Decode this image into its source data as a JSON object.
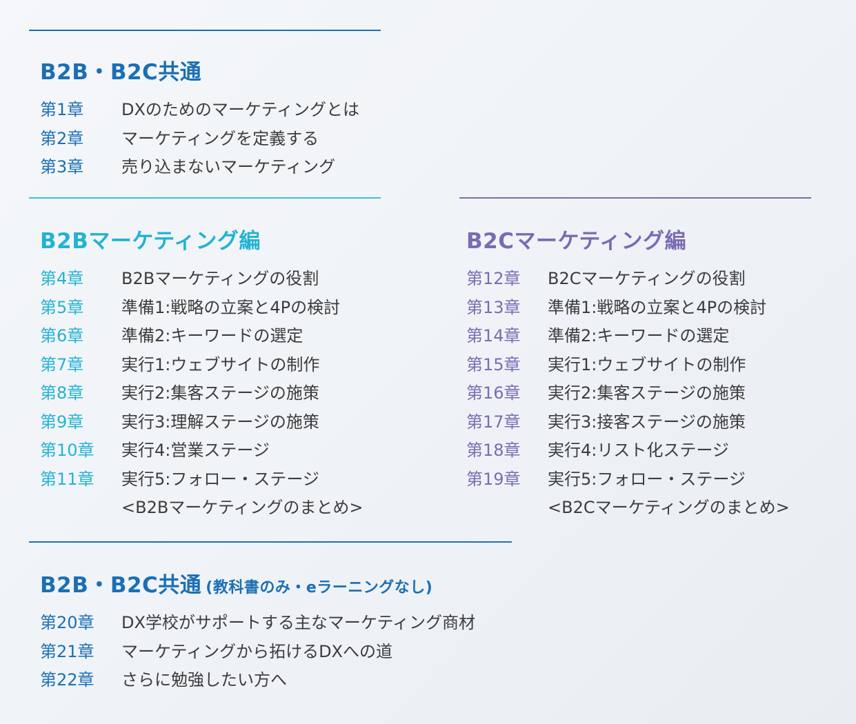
{
  "colors": {
    "common": "#1b6fb5",
    "b2b": "#22b3d4",
    "b2c": "#7a6bb3",
    "text": "#3c3c3c"
  },
  "sections": {
    "common": {
      "heading": "B2B・B2C共通",
      "chapters": [
        {
          "num": "第1章",
          "title": "DXのためのマーケティングとは"
        },
        {
          "num": "第2章",
          "title": "マーケティングを定義する"
        },
        {
          "num": "第3章",
          "title": "売り込まないマーケティング"
        }
      ]
    },
    "b2b": {
      "heading": "B2Bマーケティング編",
      "chapters": [
        {
          "num": "第4章",
          "title": "B2Bマーケティングの役割"
        },
        {
          "num": "第5章",
          "title": "準備1:戦略の立案と4Pの検討"
        },
        {
          "num": "第6章",
          "title": "準備2:キーワードの選定"
        },
        {
          "num": "第7章",
          "title": "実行1:ウェブサイトの制作"
        },
        {
          "num": "第8章",
          "title": "実行2:集客ステージの施策"
        },
        {
          "num": "第9章",
          "title": "実行3:理解ステージの施策"
        },
        {
          "num": "第10章",
          "title": "実行4:営業ステージ"
        },
        {
          "num": "第11章",
          "title": "実行5:フォロー・ステージ"
        },
        {
          "num": "",
          "title": "<B2Bマーケティングのまとめ>"
        }
      ]
    },
    "b2c": {
      "heading": "B2Cマーケティング編",
      "chapters": [
        {
          "num": "第12章",
          "title": "B2Cマーケティングの役割"
        },
        {
          "num": "第13章",
          "title": "準備1:戦略の立案と4Pの検討"
        },
        {
          "num": "第14章",
          "title": "準備2:キーワードの選定"
        },
        {
          "num": "第15章",
          "title": "実行1:ウェブサイトの制作"
        },
        {
          "num": "第16章",
          "title": "実行2:集客ステージの施策"
        },
        {
          "num": "第17章",
          "title": "実行3:接客ステージの施策"
        },
        {
          "num": "第18章",
          "title": "実行4:リスト化ステージ"
        },
        {
          "num": "第19章",
          "title": "実行5:フォロー・ステージ"
        },
        {
          "num": "",
          "title": "<B2Cマーケティングのまとめ>"
        }
      ]
    },
    "common2": {
      "heading": "B2B・B2C共通",
      "subheading": "(教科書のみ・eラーニングなし)",
      "chapters": [
        {
          "num": "第20章",
          "title": "DX学校がサポートする主なマーケティング商材"
        },
        {
          "num": "第21章",
          "title": "マーケティングから拓けるDXへの道"
        },
        {
          "num": "第22章",
          "title": "さらに勉強したい方へ"
        }
      ]
    }
  }
}
